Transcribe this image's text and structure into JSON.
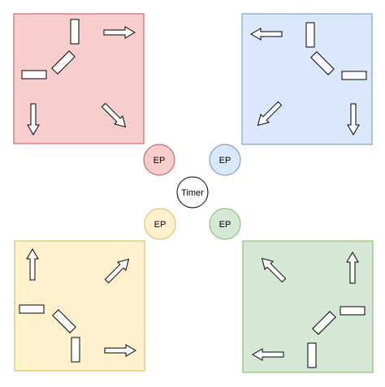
{
  "diagram": {
    "quadrants": [
      {
        "id": "red",
        "fill": "#f8cecc",
        "stroke": "#b85450"
      },
      {
        "id": "blue",
        "fill": "#dae8fc",
        "stroke": "#6c8ebf"
      },
      {
        "id": "yellow",
        "fill": "#fff2cc",
        "stroke": "#d6b656"
      },
      {
        "id": "green",
        "fill": "#d5e8d4",
        "stroke": "#82b366"
      }
    ],
    "nodes": {
      "ep_red": {
        "label": "EP",
        "fill": "#f8cecc",
        "stroke": "#b85450"
      },
      "ep_blue": {
        "label": "EP",
        "fill": "#dae8fc",
        "stroke": "#6c8ebf"
      },
      "ep_yellow": {
        "label": "EP",
        "fill": "#fff2cc",
        "stroke": "#d6b656"
      },
      "ep_green": {
        "label": "EP",
        "fill": "#d5e8d4",
        "stroke": "#82b366"
      },
      "timer": {
        "label": "Timer",
        "fill": "#ffffff",
        "stroke": "#000000"
      }
    },
    "stroke_color": "#000000",
    "arrow_fill": "#ffffff"
  }
}
